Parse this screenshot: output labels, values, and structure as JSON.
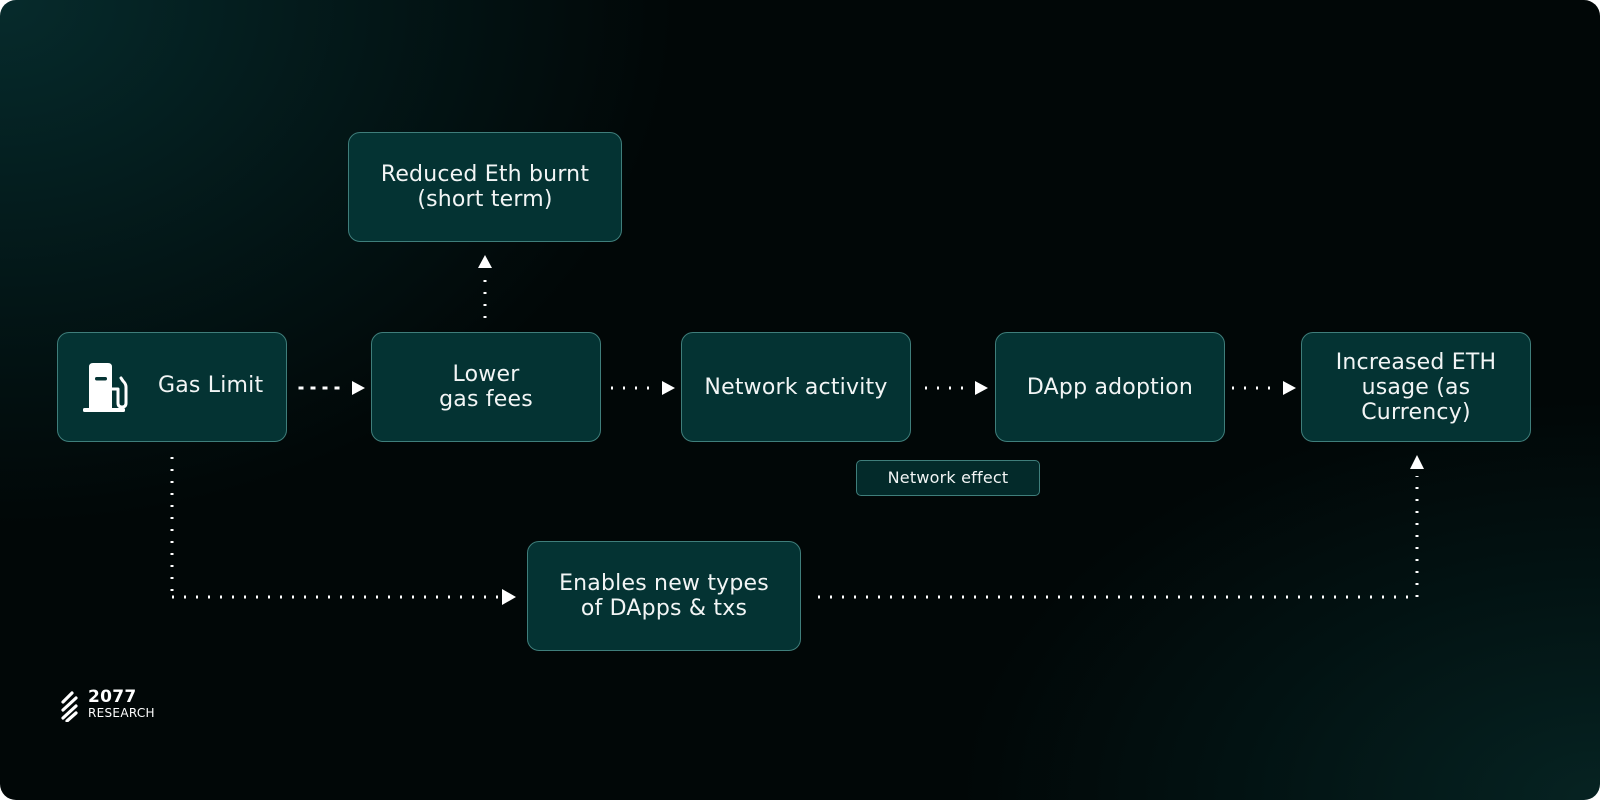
{
  "diagram": {
    "nodes": [
      {
        "id": "gas-limit",
        "label": "Gas Limit",
        "icon": "gas-pump-icon"
      },
      {
        "id": "lower-gas-fees",
        "label": "Lower\ngas fees"
      },
      {
        "id": "reduced-eth-burnt",
        "label": "Reduced Eth burnt\n(short term)"
      },
      {
        "id": "network-activity",
        "label": "Network activity"
      },
      {
        "id": "dapp-adoption",
        "label": "DApp adoption"
      },
      {
        "id": "increased-eth-usage",
        "label": "Increased ETH\nusage (as\nCurrency)"
      },
      {
        "id": "network-effect",
        "label": "Network effect"
      },
      {
        "id": "enables-new-types",
        "label": "Enables new types\nof DApps & txs"
      }
    ],
    "edges": [
      {
        "from": "gas-limit",
        "to": "lower-gas-fees",
        "style": "dotted"
      },
      {
        "from": "lower-gas-fees",
        "to": "reduced-eth-burnt",
        "style": "dotted"
      },
      {
        "from": "lower-gas-fees",
        "to": "network-activity",
        "style": "dotted"
      },
      {
        "from": "network-activity",
        "to": "dapp-adoption",
        "style": "dotted"
      },
      {
        "from": "dapp-adoption",
        "to": "increased-eth-usage",
        "style": "dotted"
      },
      {
        "from": "gas-limit",
        "to": "enables-new-types",
        "style": "dotted"
      },
      {
        "from": "enables-new-types",
        "to": "increased-eth-usage",
        "style": "dotted"
      }
    ]
  },
  "branding": {
    "logo_number": "2077",
    "logo_word": "RESEARCH"
  },
  "colors": {
    "node_fill": "#043333",
    "node_border": "#3f7e7b",
    "text": "#f2f5f5",
    "background": "#010707",
    "connector": "#ffffff"
  }
}
